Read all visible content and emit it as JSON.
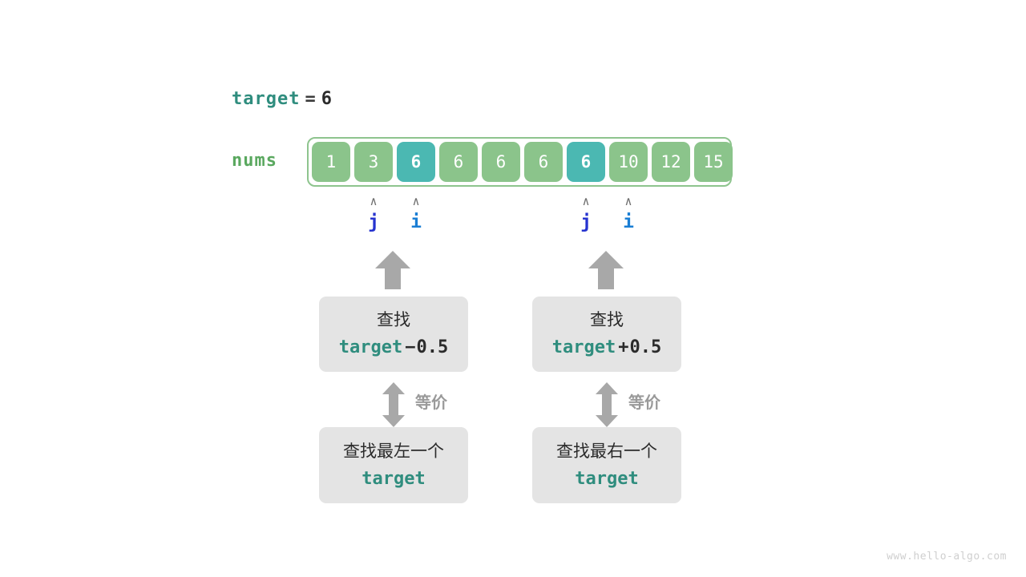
{
  "target_line": {
    "var": "target",
    "eq": "=",
    "value": "6"
  },
  "array": {
    "label": "nums",
    "cells": [
      {
        "value": "1",
        "highlight": false
      },
      {
        "value": "3",
        "highlight": false
      },
      {
        "value": "6",
        "highlight": true
      },
      {
        "value": "6",
        "highlight": false
      },
      {
        "value": "6",
        "highlight": false
      },
      {
        "value": "6",
        "highlight": false
      },
      {
        "value": "6",
        "highlight": true
      },
      {
        "value": "10",
        "highlight": false
      },
      {
        "value": "12",
        "highlight": false
      },
      {
        "value": "15",
        "highlight": false
      }
    ]
  },
  "pointers": [
    {
      "name": "j",
      "caret": "∧",
      "index": 1,
      "side": "left"
    },
    {
      "name": "i",
      "caret": "∧",
      "index": 2,
      "side": "left"
    },
    {
      "name": "j",
      "caret": "∧",
      "index": 6,
      "side": "right"
    },
    {
      "name": "i",
      "caret": "∧",
      "index": 7,
      "side": "right"
    }
  ],
  "branches": [
    {
      "top_box": {
        "line1": "查找",
        "expr_var": "target",
        "expr_op": "−",
        "expr_val": "0.5"
      },
      "equiv_label": "等价",
      "bottom_box": {
        "line1": "查找最左一个",
        "expr_var": "target"
      }
    },
    {
      "top_box": {
        "line1": "查找",
        "expr_var": "target",
        "expr_op": "+",
        "expr_val": "0.5"
      },
      "equiv_label": "等价",
      "bottom_box": {
        "line1": "查找最右一个",
        "expr_var": "target"
      }
    }
  ],
  "watermark": "www.hello-algo.com",
  "colors": {
    "teal": "#4bb8b2",
    "green": "#8bc48b",
    "label_green": "#5aa85f",
    "keyword_teal": "#2f8d7e",
    "pointer_j": "#2633cf",
    "pointer_i": "#1a7ed4",
    "box_gray": "#e4e4e4",
    "arrow_gray": "#a8a8a8"
  }
}
